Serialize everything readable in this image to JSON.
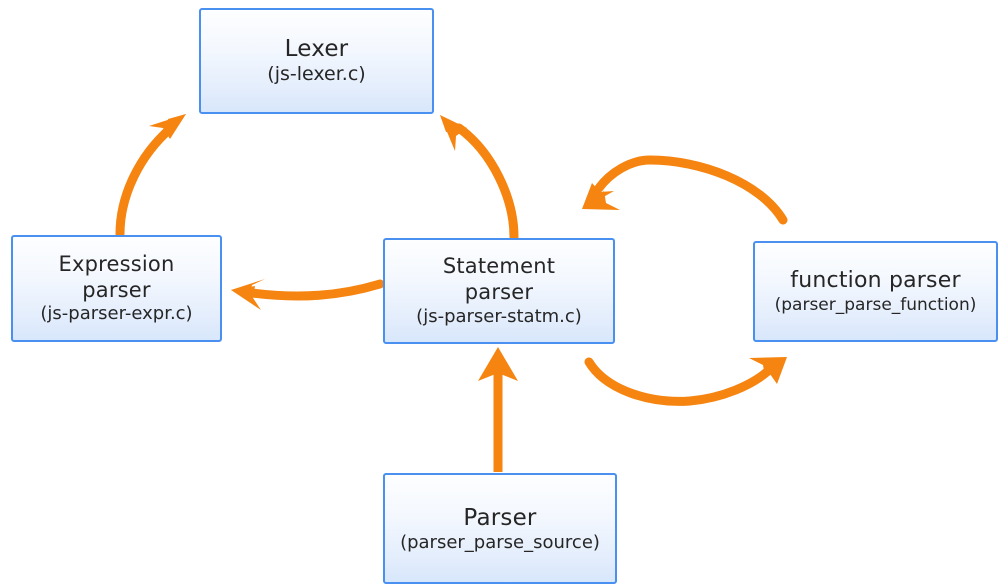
{
  "diagram": {
    "type": "flow-diagram",
    "background_color": "#ffffff",
    "node_border_color": "#4a90f0",
    "node_fill_top_color": "#fdfeff",
    "node_fill_bottom_color": "#d8e7fb",
    "arrow_color": "#f58410",
    "text_color": "#262626",
    "nodes": [
      {
        "id": "lexer",
        "title": "Lexer",
        "subtitle": "(js-lexer.c)"
      },
      {
        "id": "expression",
        "title": "Expression\nparser",
        "title_line1": "Expression",
        "title_line2": "parser",
        "subtitle": "(js-parser-expr.c)"
      },
      {
        "id": "statement",
        "title": "Statement\nparser",
        "title_line1": "Statement",
        "title_line2": "parser",
        "subtitle": "(js-parser-statm.c)"
      },
      {
        "id": "function",
        "title": "function parser",
        "subtitle": "(parser_parse_function)"
      },
      {
        "id": "parser",
        "title": "Parser",
        "subtitle": "(parser_parse_source)"
      }
    ],
    "edges": [
      {
        "id": "expression-to-lexer",
        "from": "expression",
        "to": "lexer",
        "style": "curved",
        "direction": "up"
      },
      {
        "id": "statement-to-lexer",
        "from": "statement",
        "to": "lexer",
        "style": "curved",
        "direction": "up-left"
      },
      {
        "id": "function-to-statement",
        "from": "function",
        "to": "statement",
        "style": "arc",
        "direction": "left"
      },
      {
        "id": "statement-to-function",
        "from": "statement",
        "to": "function",
        "style": "arc",
        "direction": "right"
      },
      {
        "id": "statement-to-expression",
        "from": "statement",
        "to": "expression",
        "style": "curved",
        "direction": "left"
      },
      {
        "id": "parser-to-statement",
        "from": "parser",
        "to": "statement",
        "style": "straight",
        "direction": "up"
      }
    ]
  }
}
